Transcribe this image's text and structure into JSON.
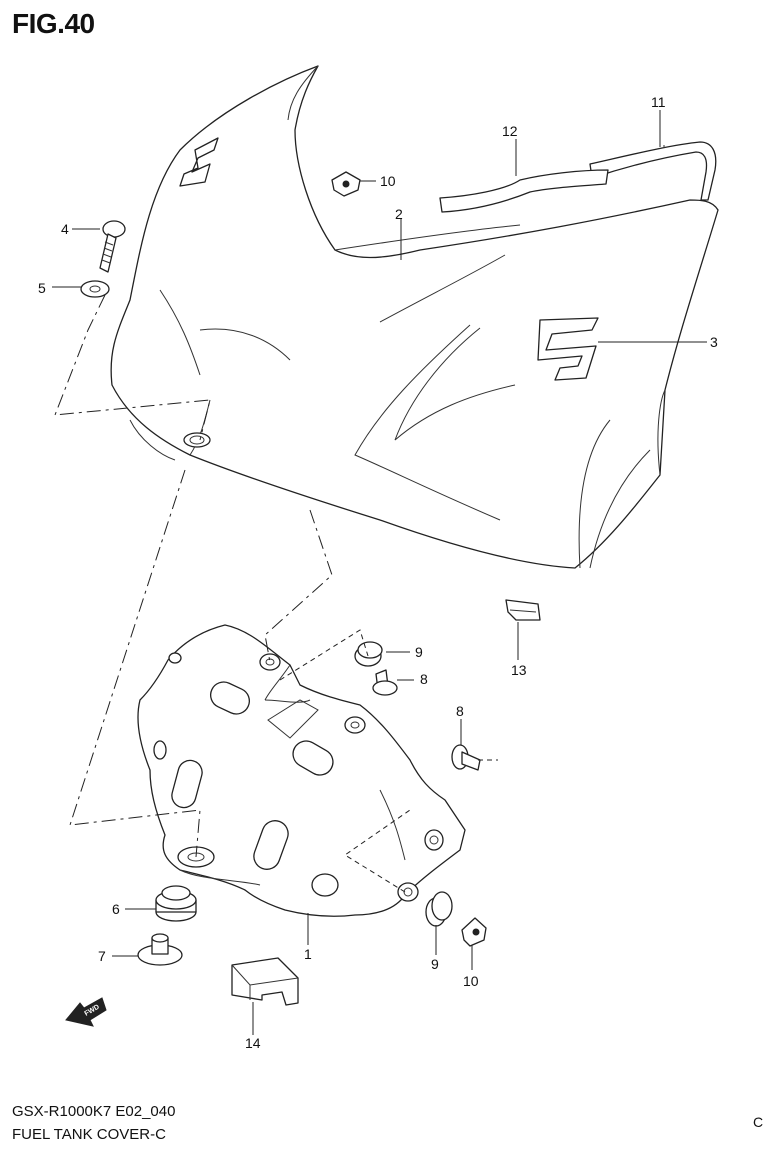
{
  "figure": {
    "title": "FIG.40"
  },
  "callouts": {
    "c1": "1",
    "c2": "2",
    "c3": "3",
    "c4": "4",
    "c5": "5",
    "c6": "6",
    "c7": "7",
    "c8a": "8",
    "c8b": "8",
    "c9a": "9",
    "c9b": "9",
    "c10a": "10",
    "c10b": "10",
    "c11": "11",
    "c12": "12",
    "c13": "13",
    "c14": "14"
  },
  "badge": {
    "fwd": "FWD"
  },
  "footer": {
    "model_code": "GSX-R1000K7 E02_040",
    "part_group": "FUEL TANK COVER-C",
    "page_mark": "C"
  },
  "icons": {
    "fwd_arrow": "fwd-arrow-icon",
    "brand_logo": "suzuki-s-logo-icon"
  }
}
